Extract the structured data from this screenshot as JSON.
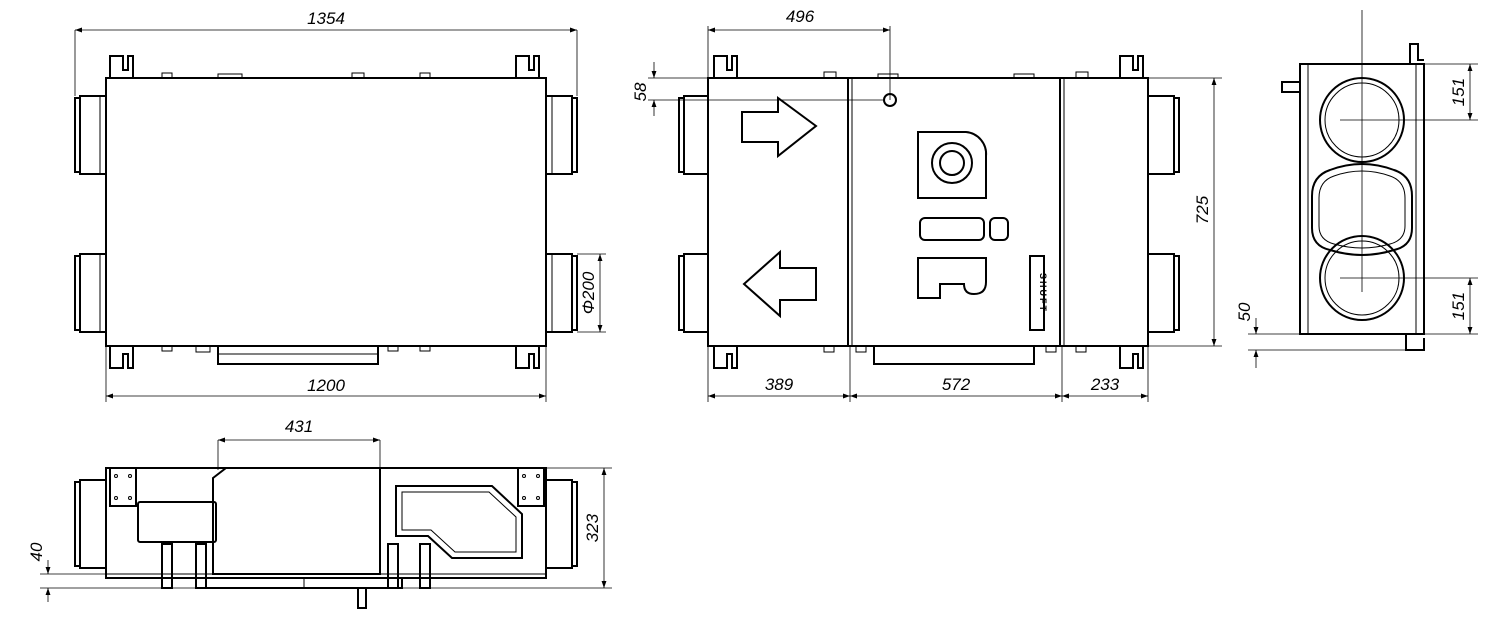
{
  "dimensions": {
    "top_overall_width": "1354",
    "top_body_width": "1200",
    "top_duct_diameter": "Φ200",
    "side_offset_width": "431",
    "side_height": "323",
    "side_foot_offset": "40",
    "front_inspection_width": "496",
    "front_inspection_height": "58",
    "front_height": "725",
    "front_section_left": "389",
    "front_section_middle": "572",
    "front_section_right": "233",
    "end_duct_offset_top": "151",
    "end_duct_offset_bottom": "151",
    "end_foot_offset": "50"
  },
  "nameplate": {
    "brand": "SHUFT"
  }
}
